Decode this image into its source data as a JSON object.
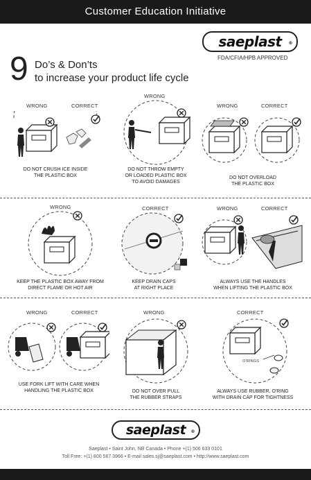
{
  "header": {
    "title": "Customer Education Initiative"
  },
  "brand": {
    "logo_text": "saeplast",
    "approval": "FDA/CFIA/HPB APPROVED"
  },
  "title": {
    "number": "9",
    "line1": "Do’s & Don’ts",
    "line2": "to increase your product life cycle"
  },
  "labels": {
    "wrong": "WRONG",
    "correct": "CORRECT",
    "oring": "O'RINGS"
  },
  "tips": [
    {
      "caption1": "DO NOT CRUSH ICE INSIDE",
      "caption2": "THE PLASTIC BOX"
    },
    {
      "caption1": "DO NOT THROW EMPTY",
      "caption2": "OR LOADED PLASTIC BOX",
      "caption3": "TO AVOID DAMAGES"
    },
    {
      "caption1": "DO NOT OVERLOAD",
      "caption2": "THE PLASTIC BOX"
    },
    {
      "caption1": "KEEP THE PLASTIC BOX AWAY FROM",
      "caption2": "DIRECT FLAME OR HOT AIR"
    },
    {
      "caption1": "KEEP DRAIN CAPS",
      "caption2": "AT RIGHT PLACE"
    },
    {
      "caption1": "ALWAYS USE THE HANDLES",
      "caption2": "WHEN LIFTING THE  PLASTIC BOX"
    },
    {
      "caption1": "USE FORK LIFT WITH CARE WHEN",
      "caption2": "HANDLING THE PLASTIC BOX"
    },
    {
      "caption1": "DO NOT OVER PULL",
      "caption2": "THE RUBBER STRAPS"
    },
    {
      "caption1": "ALWAYS USE RUBBER, O'RING",
      "caption2": "WITH DRAIN CAP FOR TIGHTNESS"
    }
  ],
  "footer": {
    "line1": "Saeplast  •  Saint John, NB Canada  •  Phone +(1) 506 633 0101",
    "line2": "Toll Free: +(1) 800 567 3966  •  E-mail sales.sj@saeplast.com  •  http://www.saeplast.com"
  }
}
